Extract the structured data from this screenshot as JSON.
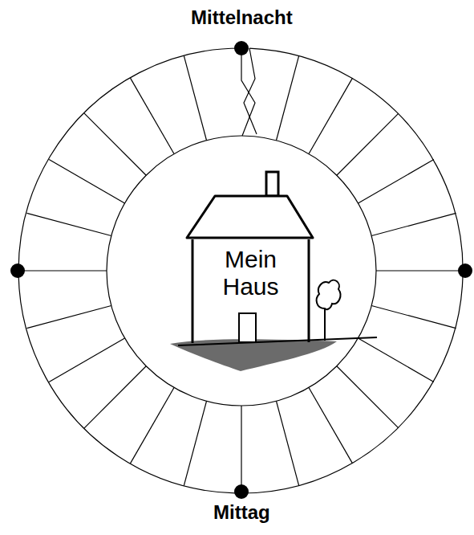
{
  "diagram": {
    "nodes": [
      {
        "text": [
          "Mein Haus"
        ]
      }
    ],
    "labels": [
      "Mittelnacht",
      "Mittag"
    ]
  }
}
